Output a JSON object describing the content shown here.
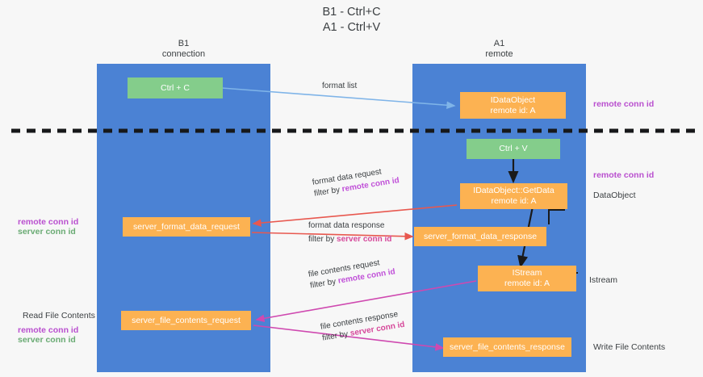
{
  "title": "B1 - Ctrl+C\nA1 - Ctrl+V",
  "lanes": [
    {
      "name": "lane-b1",
      "header": "B1\nconnection"
    },
    {
      "name": "lane-a1",
      "header": "A1\nremote"
    }
  ],
  "nodes": {
    "ctrl_c": "Ctrl + C",
    "idataobject": "IDataObject\nremote id: A",
    "ctrl_v": "Ctrl + V",
    "getdata": "IDataObject::GetData\nremote id: A",
    "server_format_data_request": "server_format_data_request",
    "server_format_data_response": "server_format_data_response",
    "istream": "IStream\nremote id: A",
    "server_file_contents_request": "server_file_contents_request",
    "server_file_contents_response": "server_file_contents_response"
  },
  "edges": {
    "format_list": "format list",
    "format_data_request": "format data request",
    "format_data_response": "format data response",
    "file_contents_request": "file contents request",
    "file_contents_response": "file contents response",
    "filter_by": "filter by ",
    "remote_conn_id": "remote conn id",
    "server_conn_id": "server conn id"
  },
  "captions": {
    "remote_conn_id_top": "remote conn id",
    "remote_conn_id_mid": "remote conn id",
    "dataobject": "DataObject",
    "istream": "Istream",
    "write_file_contents": "Write File Contents",
    "read_file_contents": "Read File Contents",
    "left_remote_conn_id_1": "remote conn id",
    "left_server_conn_id_1": "server conn id",
    "left_remote_conn_id_2": "remote conn id",
    "left_server_conn_id_2": "server conn id"
  },
  "colors": {
    "lane": "#4b82d4",
    "green_node": "#84cd8b",
    "orange_node": "#fcb252",
    "purple": "#b94fcf",
    "green_text": "#6aab74",
    "red_arrow": "#e8584f",
    "magenta_arrow": "#cf49b0",
    "blue_arrow": "#7fb4e8",
    "black_arrow": "#1a1a1a",
    "background": "#f7f7f7"
  }
}
